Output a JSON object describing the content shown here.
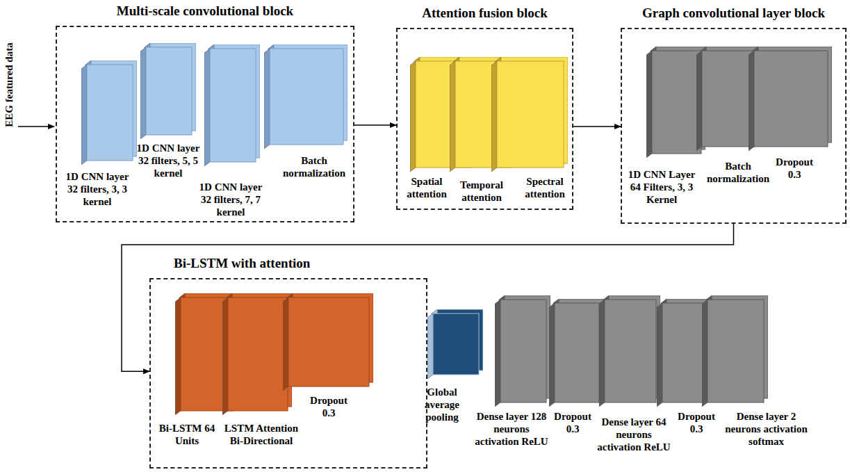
{
  "diagram": {
    "nodes": [
      {
        "text": [
          "Multi-scale convolutional block"
        ]
      },
      {
        "text": [
          "1D CNN layer 32 filters, 3, 3 kernel"
        ],
        "in": 0
      },
      {
        "text": [
          "1D CNN layer 32 filters, 5, 5 kernel"
        ],
        "in": 0
      },
      {
        "text": [
          "1D CNN layer 32 filters, 7, 7 kernel"
        ],
        "in": 0
      },
      {
        "text": [
          "Batch normalization"
        ],
        "in": 0
      },
      {
        "text": [
          "Attention fusion block"
        ]
      },
      {
        "text": [
          "Spatial attention"
        ],
        "in": 5
      },
      {
        "text": [
          "Temporal attention"
        ],
        "in": 5
      },
      {
        "text": [
          "Spectral attention"
        ],
        "in": 5
      },
      {
        "text": [
          "Graph convolutional layer block"
        ]
      },
      {
        "text": [
          "1D CNN Layer 64 Filters, 3, 3 Kernel"
        ],
        "in": 9
      },
      {
        "text": [
          "Batch normalization"
        ],
        "in": 9
      },
      {
        "text": [
          "Dropout 0.3"
        ],
        "in": 9
      },
      {
        "text": [
          "Bi-LSTM with attention"
        ]
      },
      {
        "text": [
          "Bi-LSTM 64 Units"
        ],
        "in": 13
      },
      {
        "text": [
          "LSTM Attention Bi-Directional"
        ],
        "in": 13
      },
      {
        "text": [
          "Dropout 0.3"
        ],
        "in": 13
      },
      {
        "text": [
          "Global average pooling"
        ]
      },
      {
        "text": [
          "Dense layer 128 neurons activation ReLU"
        ]
      },
      {
        "text": [
          "Dropout 0.3"
        ]
      },
      {
        "text": [
          "Dense layer 64 neurons activation ReLU"
        ]
      },
      {
        "text": [
          "Dropout 0.3"
        ]
      },
      {
        "text": [
          "Dense layer 2 neurons activation softmax"
        ]
      }
    ],
    "edges": [
      {
        "from": 0,
        "to": 5,
        "arrow": "to"
      },
      {
        "from": 5,
        "to": 9,
        "arrow": "to"
      },
      {
        "from": 9,
        "to": 13,
        "arrow": "to"
      }
    ],
    "labels": [
      "EEG featured data"
    ]
  }
}
